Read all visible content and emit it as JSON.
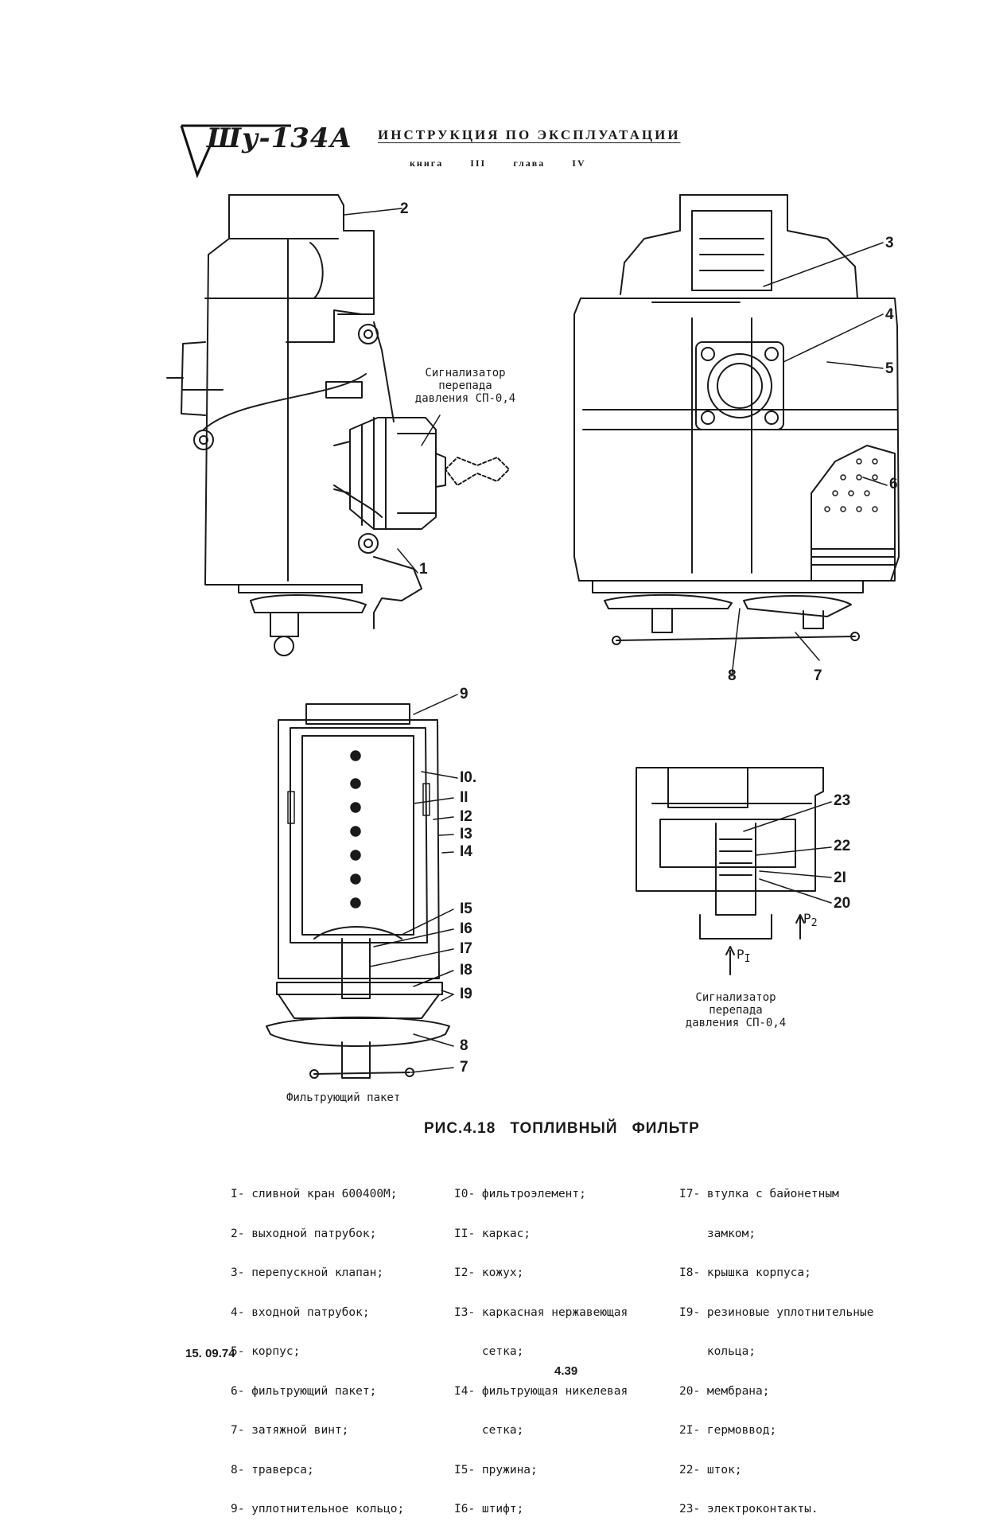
{
  "header": {
    "logo_text": "Шу-134А",
    "title": "ИНСТРУКЦИЯ ПО ЭКСПЛУАТАЦИИ",
    "book_label": "книга",
    "book_value": "III",
    "chapter_label": "глава",
    "chapter_value": "IV"
  },
  "figure": {
    "signal_caption_top": [
      "Сигнализатор",
      "перепада",
      "давления СП-0,4"
    ],
    "signal_caption_bottom": [
      "Сигнализатор",
      "перепада",
      "давления СП-0,4"
    ],
    "filter_pack_caption": "Фильтрующий пакет",
    "pressure_p1": "P",
    "pressure_p1_sub": "I",
    "pressure_p2": "P",
    "pressure_p2_sub": "2",
    "callouts": {
      "c1": "1",
      "c2": "2",
      "c3": "3",
      "c4": "4",
      "c5": "5",
      "c6": "6",
      "c7a": "7",
      "c8a": "8",
      "c9": "9",
      "c10": "I0.",
      "c11": "II",
      "c12": "I2",
      "c13": "I3",
      "c14": "I4",
      "c15": "I5",
      "c16": "I6",
      "c17": "I7",
      "c18": "I8",
      "c19": "I9",
      "c8b": "8",
      "c7b": "7",
      "c20": "20",
      "c21": "2I",
      "c22": "22",
      "c23": "23"
    }
  },
  "figure_title": {
    "label": "РИС.4.18",
    "name1": "ТОПЛИВНЫЙ",
    "name2": "ФИЛЬТР"
  },
  "legend": {
    "col1": [
      "I- сливной кран 600400М;",
      "2- выходной патрубок;",
      "3- перепускной клапан;",
      "4- входной патрубок;",
      "5- корпус;",
      "6- фильтрующий пакет;",
      "7- затяжной винт;",
      "8- траверса;",
      "9- уплотнительное кольцо;"
    ],
    "col2": [
      "I0- фильтроэлемент;",
      "II- каркас;",
      "I2- кожух;",
      "I3- каркасная нержавеющая",
      "    сетка;",
      "I4- фильтрующая никелевая",
      "    сетка;",
      "I5- пружина;",
      "I6- штифт;"
    ],
    "col3": [
      "I7- втулка с байонетным",
      "    замком;",
      "I8- крышка корпуса;",
      "I9- резиновые уплотнительные",
      "    кольца;",
      "20- мембрана;",
      "2I- гермоввод;",
      "22- шток;",
      "23- электроконтакты."
    ]
  },
  "footer": {
    "date": "15. 09.74",
    "page": "4.39"
  }
}
